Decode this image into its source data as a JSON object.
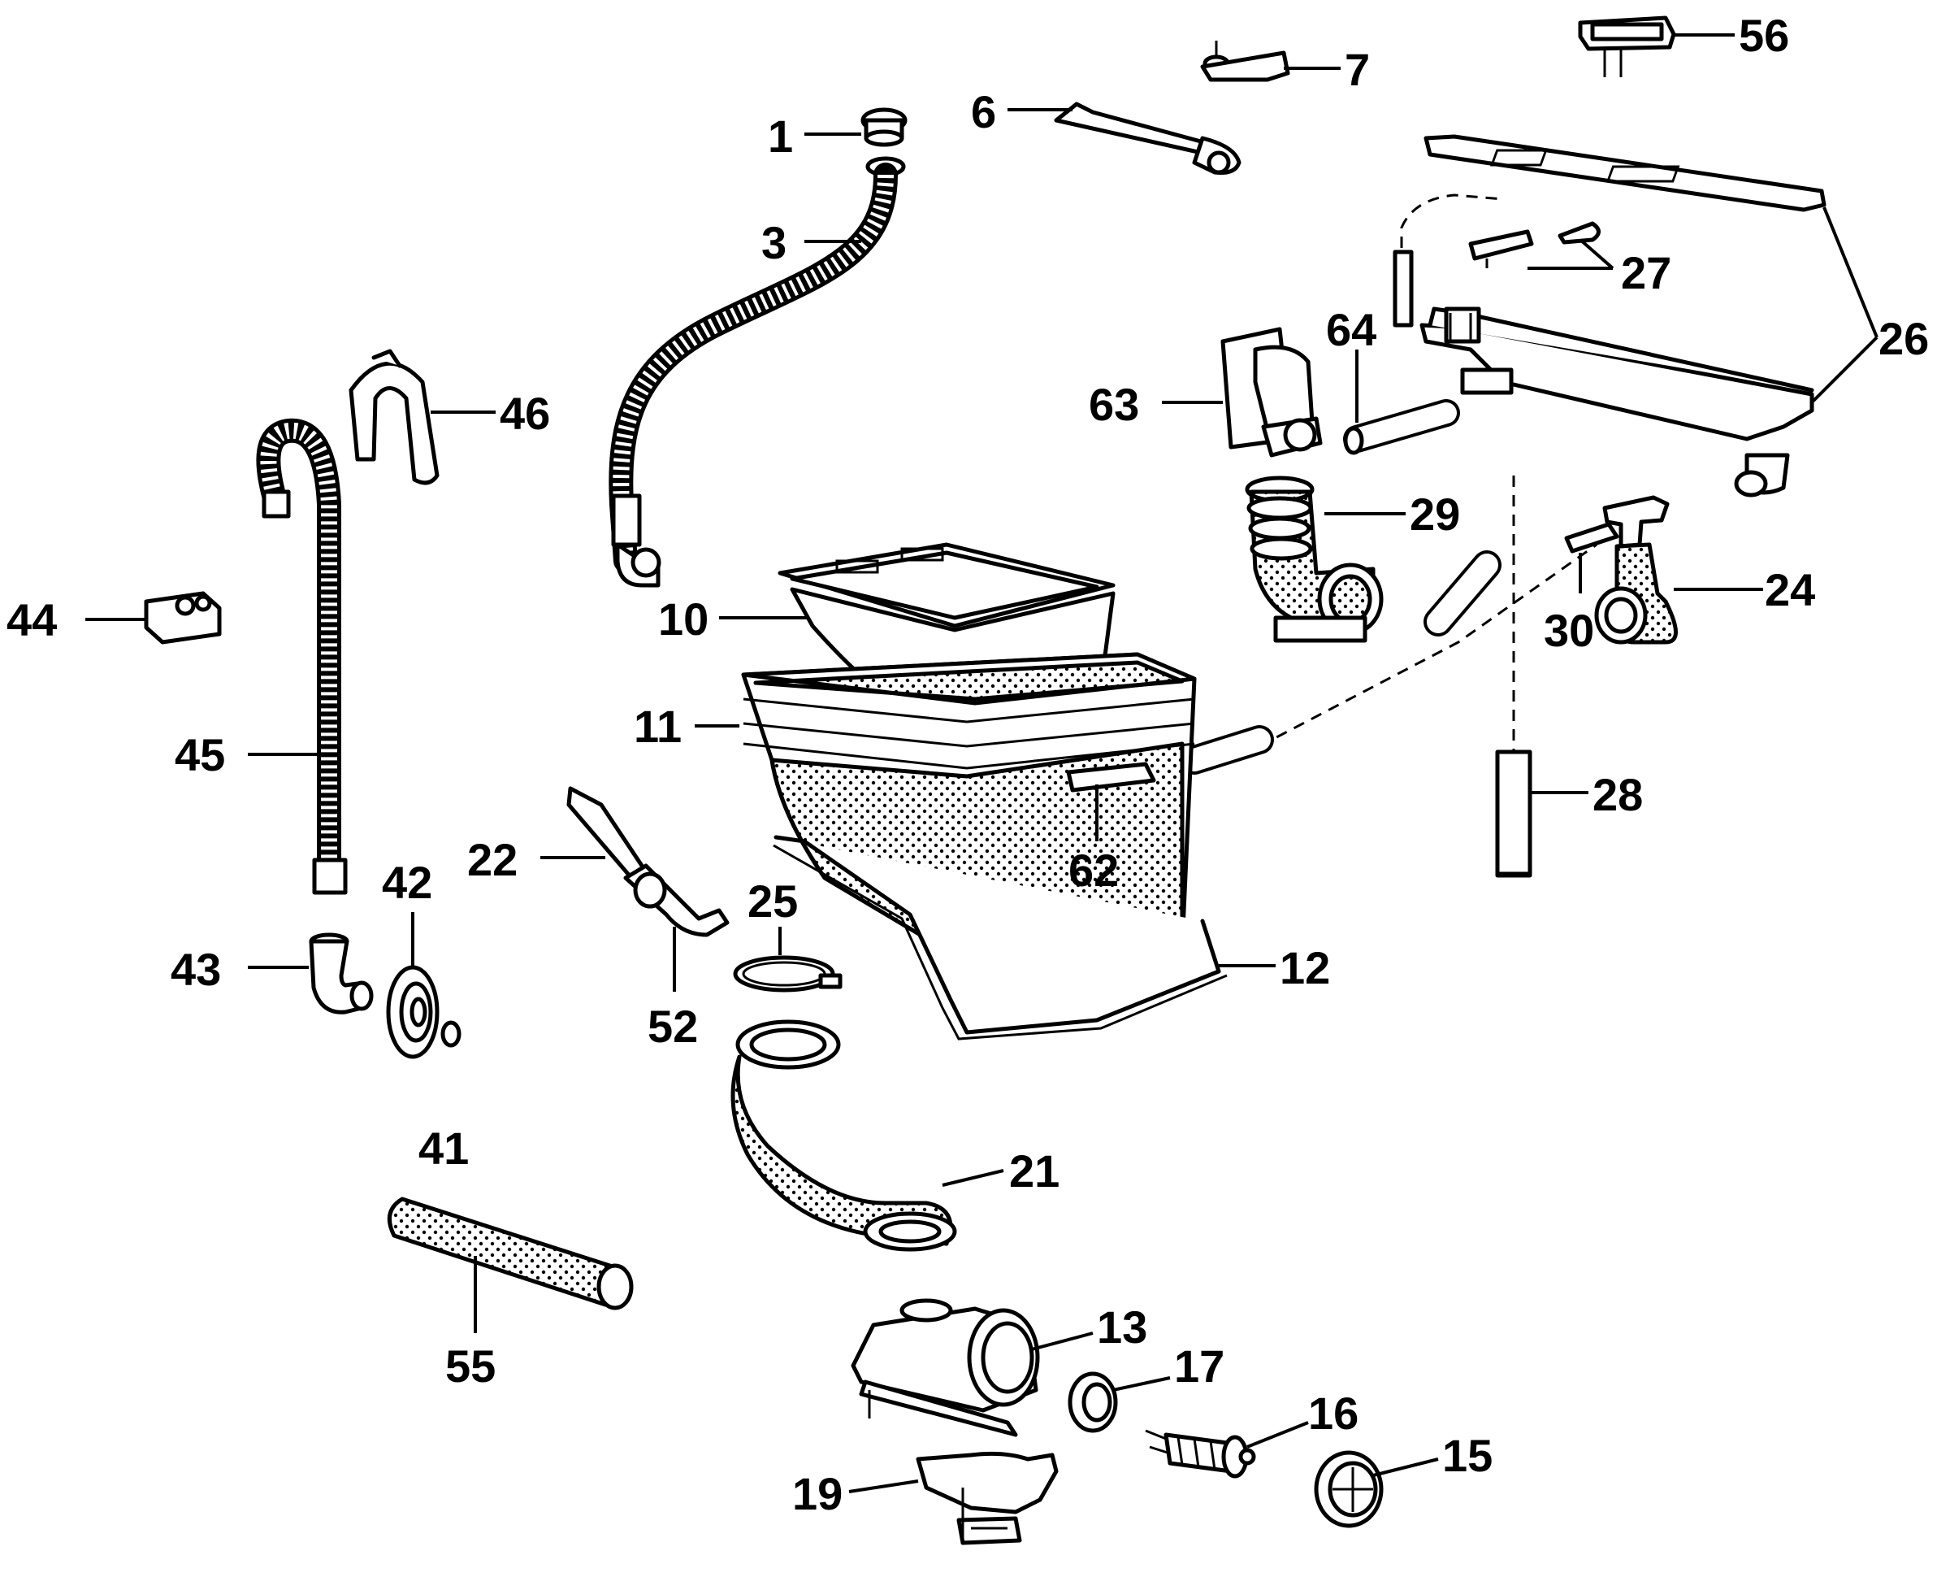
{
  "labels": {
    "p1": "1",
    "p3": "3",
    "p6": "6",
    "p7": "7",
    "p56": "56",
    "p26": "26",
    "p27": "27",
    "p64": "64",
    "p63": "63",
    "p29": "29",
    "p30": "30",
    "p24": "24",
    "p28": "28",
    "p46": "46",
    "p44": "44",
    "p45": "45",
    "p10": "10",
    "p11": "11",
    "p62": "62",
    "p22": "22",
    "p25": "25",
    "p52": "52",
    "p12": "12",
    "p42": "42",
    "p43": "43",
    "p41": "41",
    "p21": "21",
    "p55": "55",
    "p13": "13",
    "p17": "17",
    "p16": "16",
    "p15": "15",
    "p19": "19"
  },
  "colors": {
    "ink": "#000000",
    "paper": "#ffffff"
  }
}
